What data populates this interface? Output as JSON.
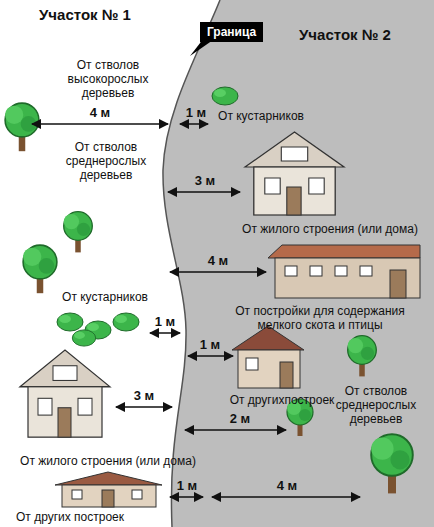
{
  "diagram": {
    "nodes": [
      {
        "text": [
          "Граница"
        ]
      }
    ],
    "labels": [
      "Участок № 1",
      "Участок № 2",
      "От стволов высокорослых деревьев",
      "4 м",
      "1 м",
      "От кустарников",
      "От стволов среднерослых деревьев",
      "3 м",
      "От жилого строения (или дома)",
      "4 м",
      "От постройки для содержания мелкого скота и птицы",
      "От кустарников",
      "1 м",
      "1 м",
      "От другихпостроек",
      "3 м",
      "2 м",
      "От стволов среднерослых деревьев",
      "От жилого строения (или дома)",
      "От других построек",
      "1 м",
      "4 м"
    ]
  }
}
